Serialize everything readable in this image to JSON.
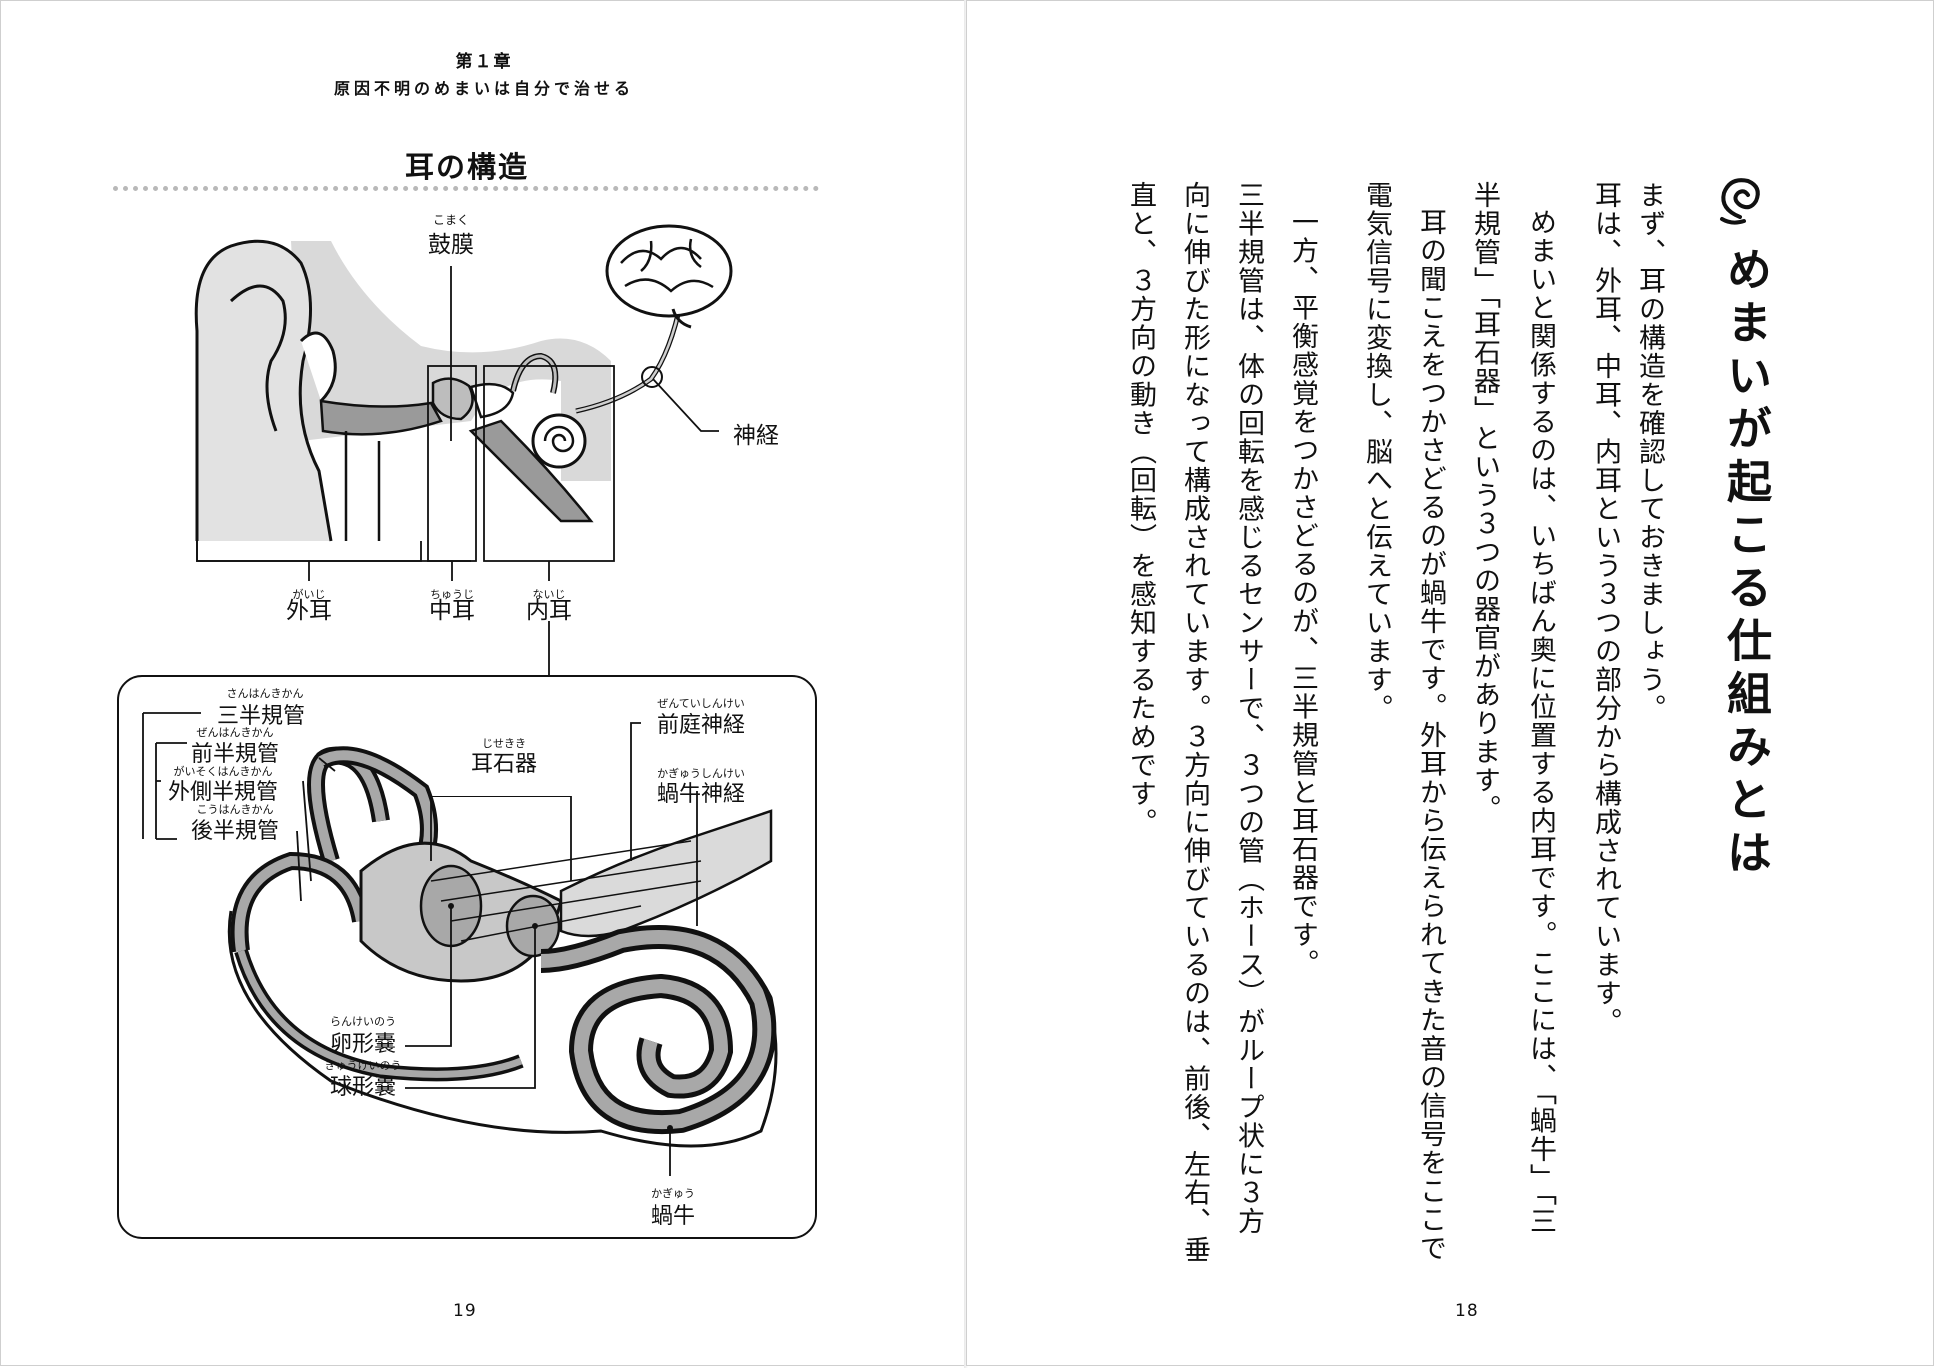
{
  "left_page": {
    "chapter_number": "第１章",
    "chapter_title": "原因不明のめまいは自分で治せる",
    "section_title": "耳の構造",
    "page_number": "19",
    "ear_figure": {
      "labels": {
        "eardrum": "鼓膜",
        "eardrum_ruby": "こまく",
        "nerve": "神経",
        "outer_ear": "外耳",
        "outer_ear_ruby": "がいじ",
        "middle_ear": "中耳",
        "middle_ear_ruby": "ちゅうじ",
        "inner_ear": "内耳",
        "inner_ear_ruby": "ないじ"
      }
    },
    "inner_ear_figure": {
      "labels": {
        "semicircular_canals": "三半規管",
        "semicircular_canals_ruby": "さんはんきかん",
        "anterior_canal": "前半規管",
        "anterior_canal_ruby": "ぜんはんきかん",
        "lateral_canal": "外側半規管",
        "lateral_canal_ruby": "がいそくはんきかん",
        "posterior_canal": "後半規管",
        "posterior_canal_ruby": "こうはんきかん",
        "otolith": "耳石器",
        "otolith_ruby": "じせきき",
        "vestibular_nerve": "前庭神経",
        "vestibular_nerve_ruby": "ぜんていしんけい",
        "cochlear_nerve": "蝸牛神経",
        "cochlear_nerve_ruby": "かぎゅうしんけい",
        "utricle": "卵形嚢",
        "utricle_ruby": "らんけいのう",
        "saccule": "球形嚢",
        "saccule_ruby": "きゅうけいのう",
        "cochlea": "蝸牛",
        "cochlea_ruby": "かぎゅう"
      }
    }
  },
  "right_page": {
    "page_number": "18",
    "heading": "めまいが起こる仕組みとは",
    "heading_icon": "swirl-icon",
    "columns": [
      "まず、耳の構造を確認しておきましょう。",
      "耳は、外耳、中耳、内耳という３つの部分から構成されています。",
      "めまいと関係するのは、いちばん奥に位置する内耳です。ここには、「蝸牛」「三",
      "半規管」「耳石器」という３つの器官があります。",
      "耳の聞こえをつかさどるのが蝸牛です。外耳から伝えられてきた音の信号をここで",
      "電気信号に変換し、脳へと伝えています。",
      "一方、平衡感覚をつかさどるのが、三半規管と耳石器です。",
      "三半規管は、体の回転を感じるセンサーで、３つの管（ホース）がループ状に３方",
      "向に伸びた形になって構成されています。３方向に伸びているのは、前後、左右、垂",
      "直と、３方向の動き（回転）を感知するためです。"
    ]
  }
}
